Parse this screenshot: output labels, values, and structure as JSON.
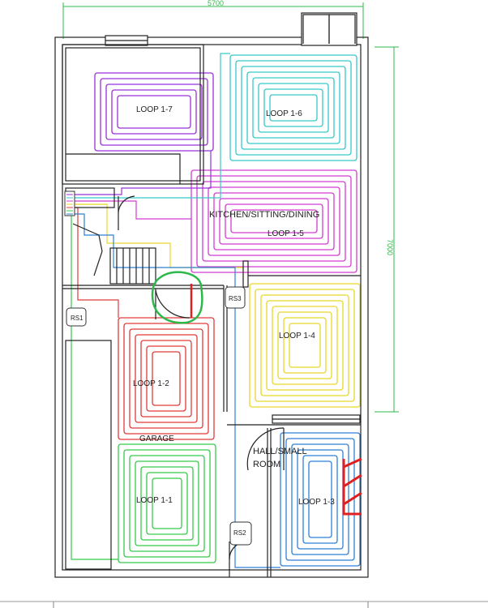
{
  "dimensions": {
    "width": "5700",
    "height": "7000"
  },
  "room_labels": {
    "kitchen": "KITCHEN/SITTING/DINING",
    "garage": "GARAGE",
    "hall": "HALL/SMALL",
    "hall_line2": "ROOM"
  },
  "loops": [
    {
      "id": "LOOP 1-7",
      "label": "LOOP 1-7",
      "color": "#9b30d9"
    },
    {
      "id": "LOOP 1-6",
      "label": "LOOP 1-6",
      "color": "#35c9c9"
    },
    {
      "id": "LOOP 1-5",
      "label": "LOOP 1-5",
      "color": "#d23dd2"
    },
    {
      "id": "LOOP 1-4",
      "label": "LOOP 1-4",
      "color": "#e8d82a"
    },
    {
      "id": "LOOP 1-2",
      "label": "LOOP 1-2",
      "color": "#e03a3a"
    },
    {
      "id": "LOOP 1-1",
      "label": "LOOP  1-1",
      "color": "#35c94a"
    },
    {
      "id": "LOOP 1-3",
      "label": "LOOP 1-3",
      "color": "#2f7fd6"
    }
  ],
  "room_sensors": [
    {
      "label": "RS1"
    },
    {
      "label": "RS2"
    },
    {
      "label": "RS3"
    }
  ],
  "colors": {
    "walls": "#222222",
    "dimension": "#2fb84a",
    "highlight_circle": "#2db84a",
    "annotation": "#e02020"
  }
}
